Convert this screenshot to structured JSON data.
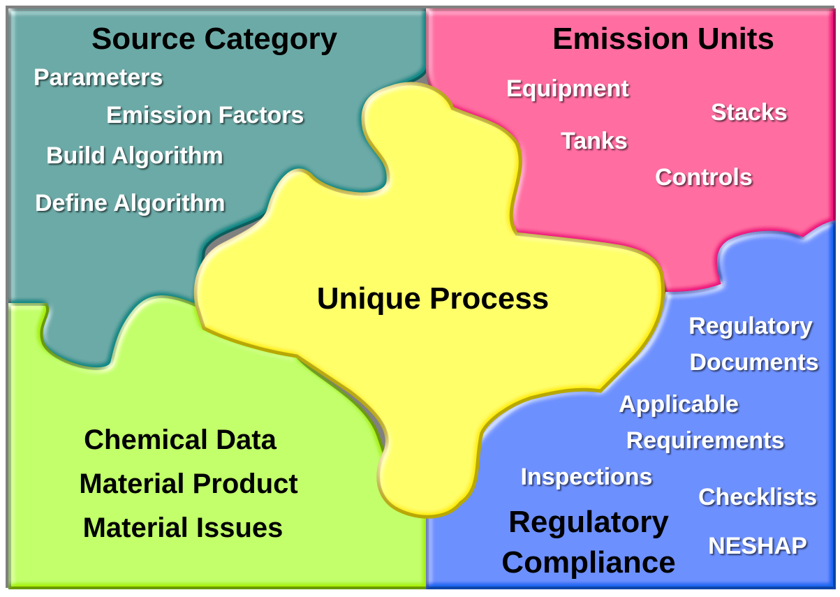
{
  "diagram": {
    "center": {
      "label": "Unique Process"
    },
    "source_category": {
      "title": "Source Category",
      "items": [
        "Parameters",
        "Emission Factors",
        "Build Algorithm",
        "Define Algorithm"
      ],
      "color": "#0e8a87"
    },
    "emission_units": {
      "title": "Emission Units",
      "items": [
        "Equipment",
        "Stacks",
        "Tanks",
        "Controls"
      ],
      "color": "#f0127f"
    },
    "chemical": {
      "items": [
        "Chemical Data",
        "Material Product",
        "Material Issues"
      ],
      "color": "#a8f000"
    },
    "regulatory": {
      "title_line1": "Regulatory",
      "title_line2": "Compliance",
      "items": [
        "Regulatory",
        "Documents",
        "Applicable",
        "Requirements",
        "Inspections",
        "Checklists",
        "NESHAP"
      ],
      "color": "#1466f0"
    },
    "center_color": "#ffee00"
  }
}
